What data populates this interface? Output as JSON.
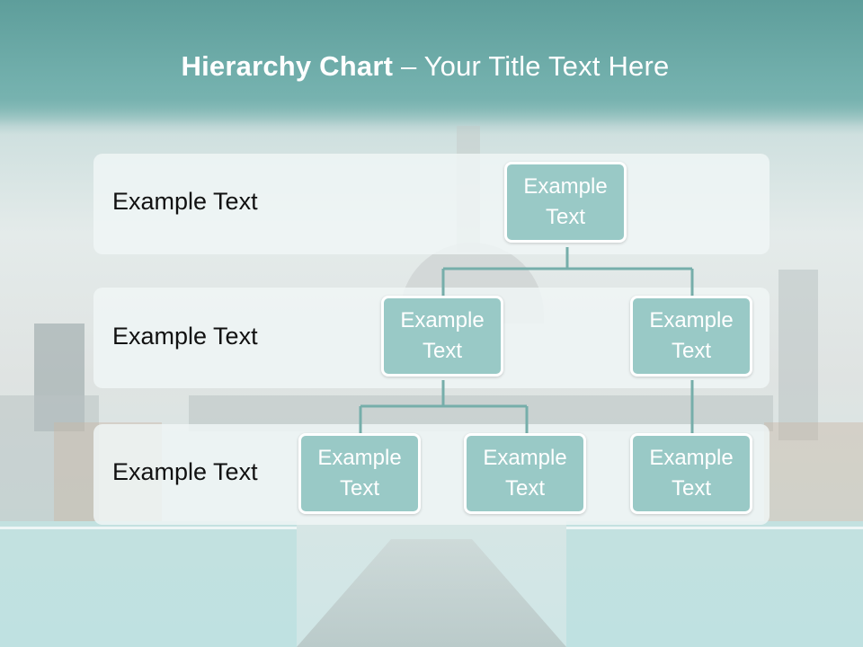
{
  "title": {
    "bold": "Hierarchy Chart",
    "rest": " – Your Title Text Here"
  },
  "rows": [
    {
      "label": "Example Text"
    },
    {
      "label": "Example Text"
    },
    {
      "label": "Example Text"
    }
  ],
  "nodes": {
    "root": "Example Text",
    "level2_left": "Example Text",
    "level2_right": "Example Text",
    "level3_left": "Example Text",
    "level3_middle": "Example Text",
    "level3_right": "Example Text"
  },
  "colors": {
    "node_fill": "#99c9c6",
    "connector": "#76aeaa",
    "title": "#ffffff"
  }
}
